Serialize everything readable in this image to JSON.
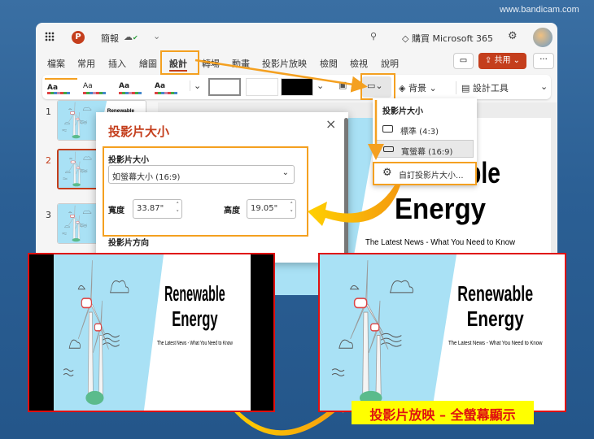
{
  "watermark": "www.bandicam.com",
  "titlebar": {
    "app_icon": "powerpoint-logo",
    "file_name": "簡報",
    "save_status_icon": "cloud-check-icon",
    "search_icon": "search-icon",
    "buy_label": "購買 Microsoft 365",
    "settings_icon": "gear-icon"
  },
  "tabs": [
    "檔案",
    "常用",
    "插入",
    "繪圖",
    "設計",
    "轉場",
    "動畫",
    "投影片放映",
    "檢閱",
    "檢視",
    "說明"
  ],
  "active_tab": "設計",
  "share_label": "共用",
  "ribbon": {
    "theme_label": "Aa",
    "background_label": "背景",
    "designer_label": "設計工具"
  },
  "slide_size_menu": {
    "header": "投影片大小",
    "items": [
      {
        "label": "標準 (4:3)"
      },
      {
        "label": "寬螢幕 (16:9)",
        "selected": true
      },
      {
        "label": "自訂投影片大小..."
      }
    ]
  },
  "thumbnails": [
    "1",
    "2",
    "3"
  ],
  "dialog": {
    "title": "投影片大小",
    "size_label": "投影片大小",
    "size_value": "如螢幕大小 (16:9)",
    "width_label": "寬度",
    "width_value": "33.87\"",
    "height_label": "高度",
    "height_value": "19.05\"",
    "orientation_label": "投影片方向"
  },
  "slide": {
    "title1": "Renewable",
    "title2": "Energy",
    "subtitle": "The Latest News - What You Need to Know"
  },
  "caption": "投影片放映 – 全螢幕顯示",
  "colors": {
    "accent": "#c43e1c",
    "highlight": "#f4a020",
    "callout_border": "#e01010",
    "caption_bg": "#ffff00"
  }
}
